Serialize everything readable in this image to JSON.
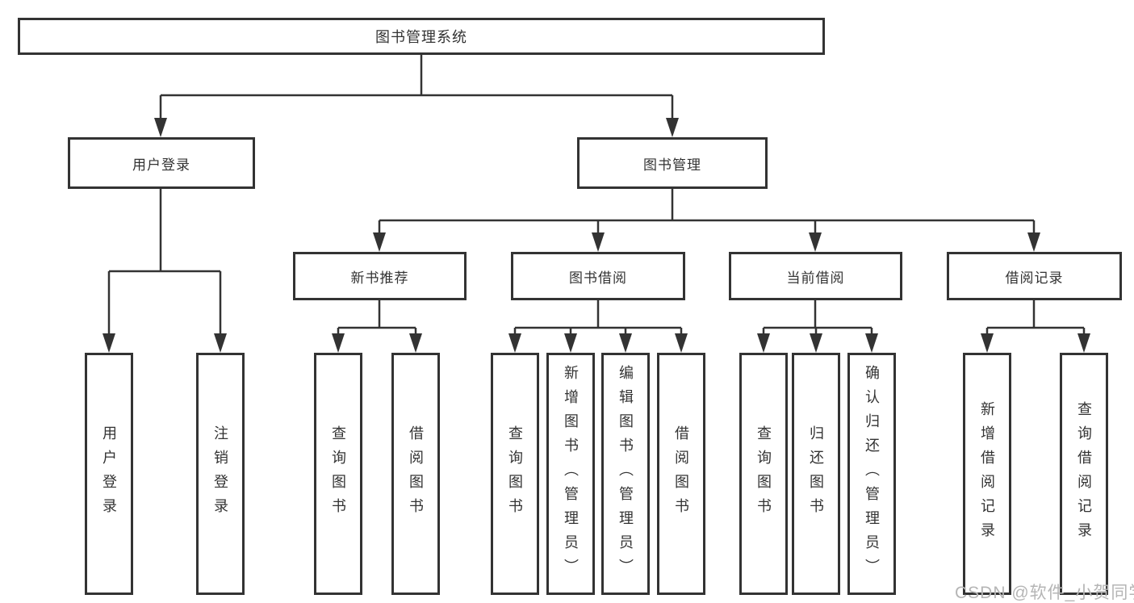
{
  "diagram": {
    "root": {
      "label": "图书管理系统"
    },
    "branches": [
      {
        "label": "用户登录",
        "children": [
          {
            "label": "用户登录"
          },
          {
            "label": "注销登录"
          }
        ]
      },
      {
        "label": "图书管理",
        "groups": [
          {
            "label": "新书推荐",
            "children": [
              {
                "label": "查询图书"
              },
              {
                "label": "借阅图书"
              }
            ]
          },
          {
            "label": "图书借阅",
            "children": [
              {
                "label": "查询图书"
              },
              {
                "label": "新增图书（管理员）"
              },
              {
                "label": "编辑图书（管理员）"
              },
              {
                "label": "借阅图书"
              }
            ]
          },
          {
            "label": "当前借阅",
            "children": [
              {
                "label": "查询图书"
              },
              {
                "label": "归还图书"
              },
              {
                "label": "确认归还（管理员）"
              }
            ]
          },
          {
            "label": "借阅记录",
            "children": [
              {
                "label": "新增借阅记录"
              },
              {
                "label": "查询借阅记录"
              }
            ]
          }
        ]
      }
    ]
  },
  "watermark": {
    "text": "CSDN @软件_小贺同学"
  },
  "colors": {
    "line": "#333333",
    "text": "#333333",
    "watermark": "#b5b5b5",
    "background": "#ffffff"
  }
}
